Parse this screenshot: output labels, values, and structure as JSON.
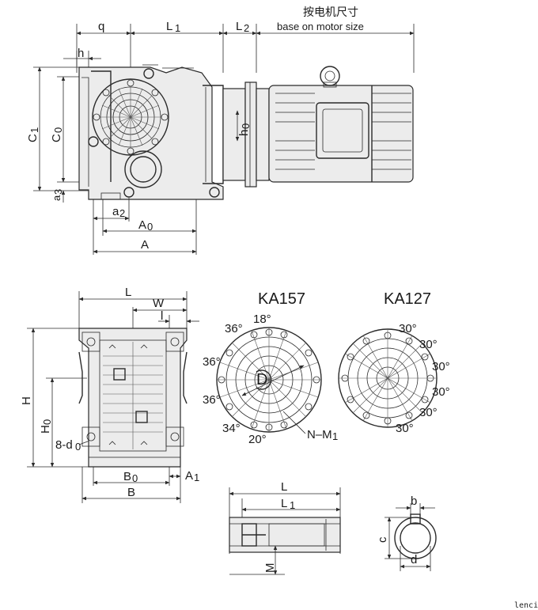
{
  "top_view": {
    "label_q": "q",
    "label_L1": "L",
    "label_L1_sub": "1",
    "label_L2": "L",
    "label_L2_sub": "2",
    "label_motor_cn": "按电机尺寸",
    "label_motor_en": "base on motor size",
    "label_h": "h",
    "label_C1": "C",
    "label_C1_sub": "1",
    "label_C0": "C",
    "label_C0_sub": "0",
    "label_a3": "a",
    "label_a3_sub": "3",
    "label_a2": "a",
    "label_a2_sub": "2",
    "label_A0": "A",
    "label_A0_sub": "0",
    "label_A": "A",
    "label_h0": "h",
    "label_h0_sub": "0"
  },
  "front_view": {
    "label_L": "L",
    "label_W": "W",
    "label_l": "l",
    "label_H": "H",
    "label_H0": "H",
    "label_H0_sub": "0",
    "label_8d0": "8-d",
    "label_8d0_sub": "0",
    "label_B0": "B",
    "label_B0_sub": "0",
    "label_A1": "A",
    "label_A1_sub": "1",
    "label_B": "B"
  },
  "flange_ka157": {
    "title": "KA157",
    "angles": [
      "18°",
      "36°",
      "36°",
      "36°",
      "34°",
      "20°"
    ],
    "label_D": "D",
    "label_NM": "N–M",
    "label_NM_sub": "1"
  },
  "flange_ka127": {
    "title": "KA127",
    "angles": [
      "30°",
      "30°",
      "30°",
      "30°",
      "30°",
      "30°"
    ]
  },
  "shaft_detail": {
    "label_L": "L",
    "label_L1": "L",
    "label_L1_sub": "1",
    "label_M": "M"
  },
  "hub_detail": {
    "label_b": "b",
    "label_c": "c",
    "label_d": "d"
  },
  "watermark": "lenci"
}
